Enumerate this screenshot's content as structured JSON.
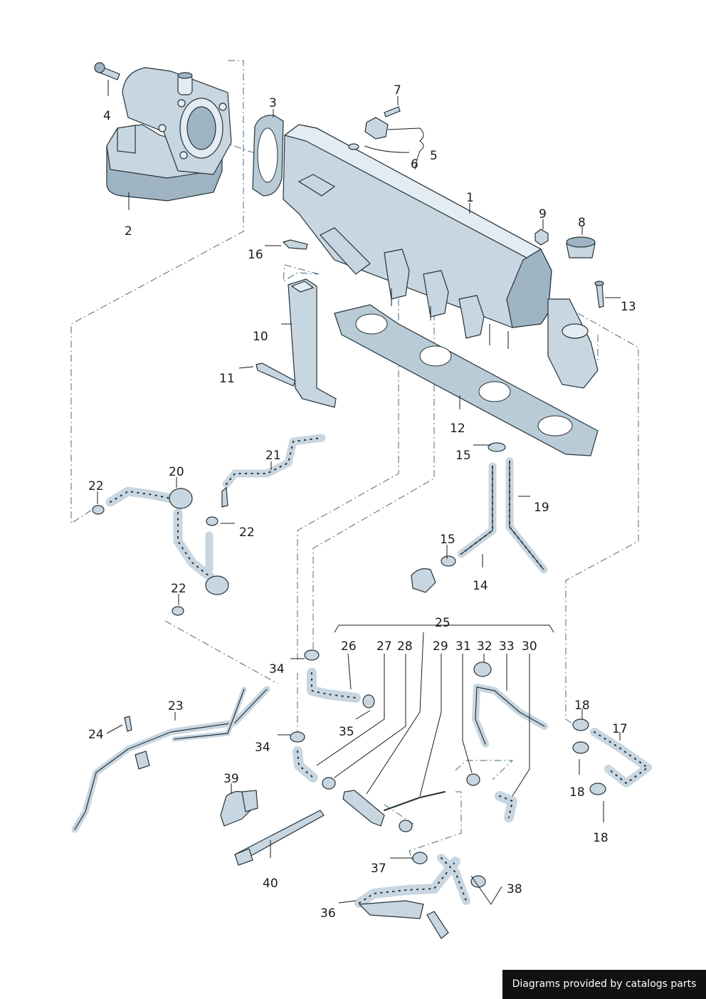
{
  "diagram": {
    "labels": [
      "1",
      "2",
      "3",
      "4",
      "5",
      "6",
      "7",
      "8",
      "9",
      "10",
      "11",
      "12",
      "13",
      "14",
      "15",
      "15",
      "16",
      "17",
      "18",
      "18",
      "18",
      "19",
      "20",
      "21",
      "22",
      "22",
      "22",
      "23",
      "24",
      "25",
      "26",
      "27",
      "28",
      "29",
      "30",
      "31",
      "32",
      "33",
      "34",
      "34",
      "35",
      "36",
      "37",
      "38",
      "39",
      "40"
    ]
  },
  "credit": "Diagrams provided by catalogs parts",
  "colors": {
    "part_fill": "#c7d6e0",
    "outline": "#263238",
    "dash": "#4a6b80"
  }
}
